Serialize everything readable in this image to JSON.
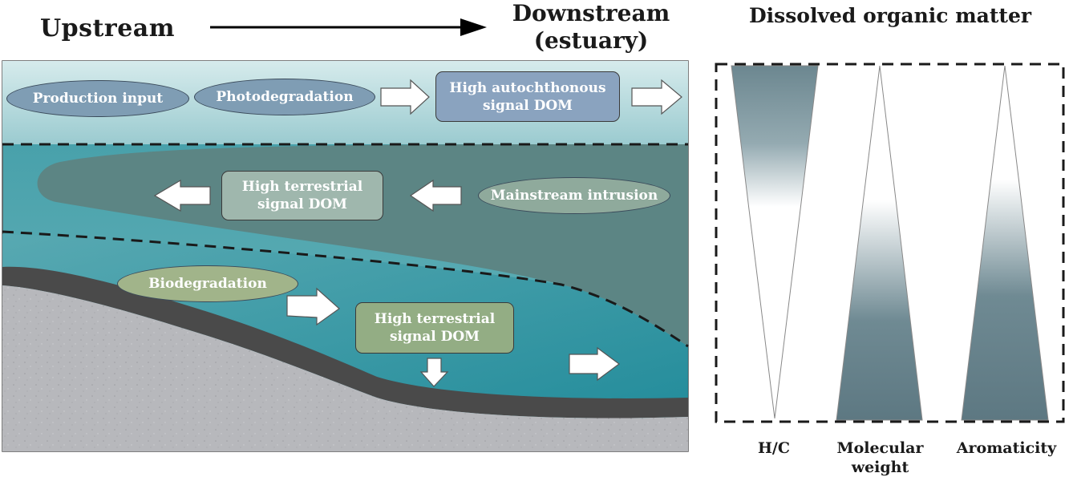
{
  "header": {
    "upstream": "Upstream",
    "downstream": "Downstream\n(estuary)",
    "dom_title": "Dissolved organic matter"
  },
  "river": {
    "surface": {
      "production_input": "Production input",
      "photodegradation": "Photodegradation",
      "autochthonous_dom": "High autochthonous signal DOM"
    },
    "middle": {
      "mainstream_intrusion": "Mainstream intrusion",
      "terrestrial_dom": "High terrestrial signal DOM"
    },
    "bottom": {
      "biodegradation": "Biodegradation",
      "terrestrial_dom": "High terrestrial signal DOM"
    }
  },
  "dom_panel": {
    "labels": [
      "H/C",
      "Molecular\nweight",
      "Aromaticity"
    ]
  },
  "colors": {
    "surface_water": "#bfe0e2",
    "middle_water": "#5c8584",
    "bottom_water": "#1e8a98",
    "sediment": "#b5b6ba",
    "sediment_layer": "#4a4a4a",
    "ellipse_surface": "#7f9db4",
    "box_surface": "#8aa3bf",
    "box_middle": "#9fb7ad",
    "ellipse_middle": "#8faa9c",
    "ellipse_bottom": "#a1b48a",
    "box_bottom": "#93ad84",
    "triangle_dark": "#5f7a84"
  },
  "icons": [
    "right-arrow-icon",
    "left-arrow-icon",
    "down-arrow-icon"
  ]
}
